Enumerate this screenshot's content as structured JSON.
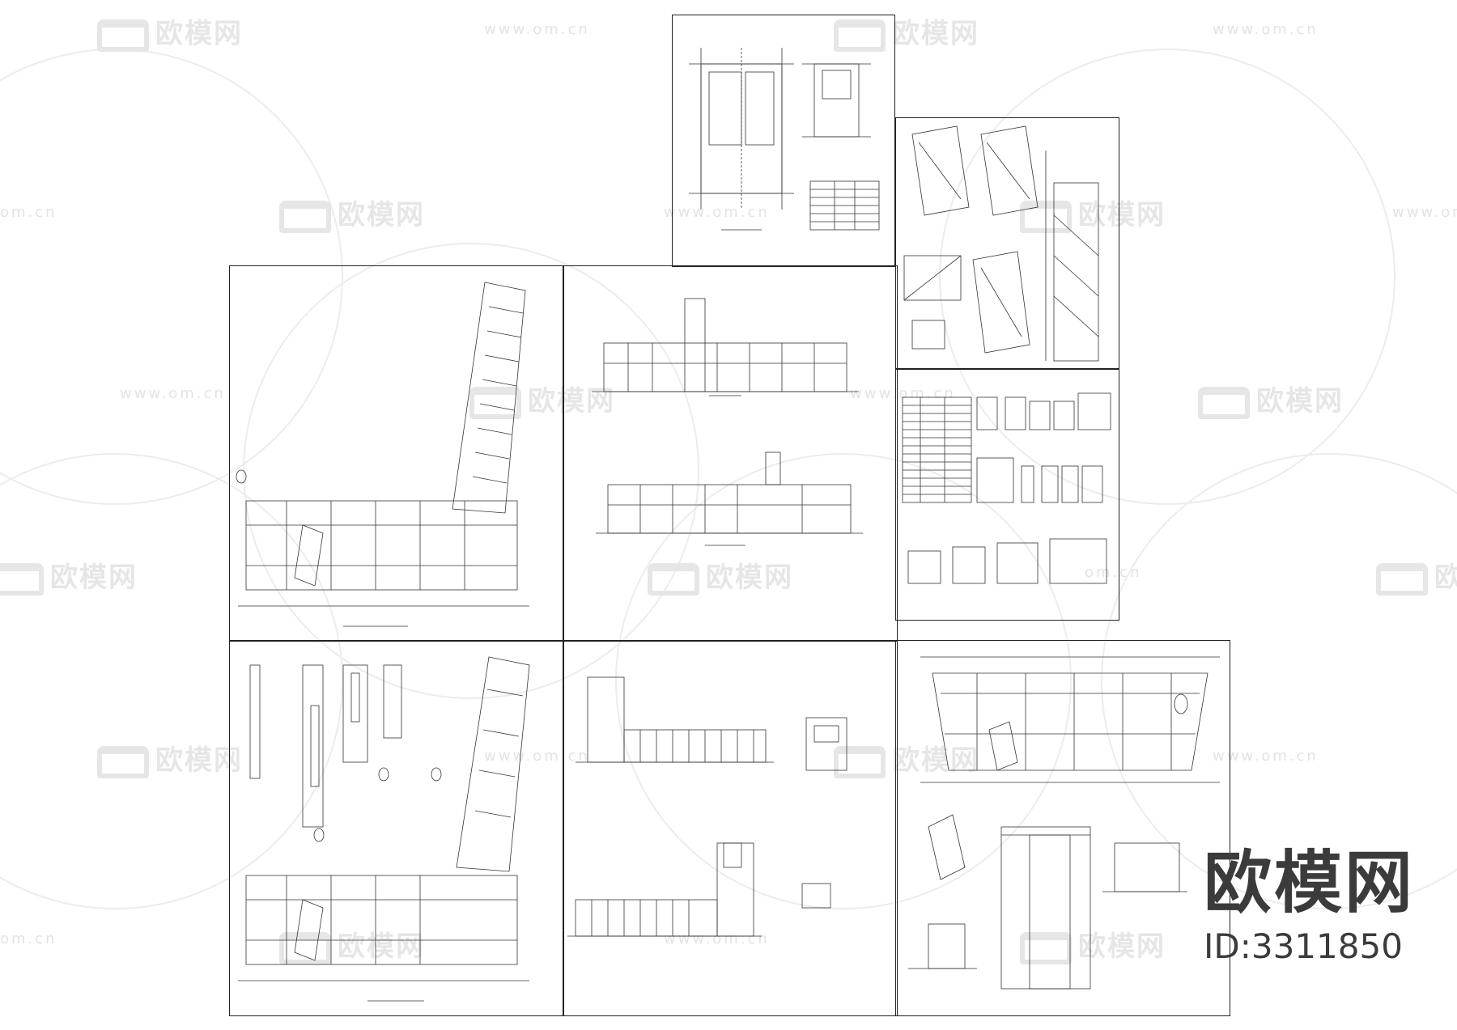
{
  "watermark": {
    "logo_text": "欧模网",
    "url_text": "www.om.cn",
    "url_text_short": "om.cn"
  },
  "brand": {
    "name": "欧模网",
    "id": "ID:3311850"
  },
  "sheets": [
    {
      "key": "detail-plan-top"
    },
    {
      "key": "stair-details"
    },
    {
      "key": "floor-plan-1"
    },
    {
      "key": "elevations-a"
    },
    {
      "key": "window-schedule"
    },
    {
      "key": "wall-sections-and-floor-plan-2"
    },
    {
      "key": "elevations-b-and-sections"
    },
    {
      "key": "roof-plan-and-details"
    }
  ]
}
